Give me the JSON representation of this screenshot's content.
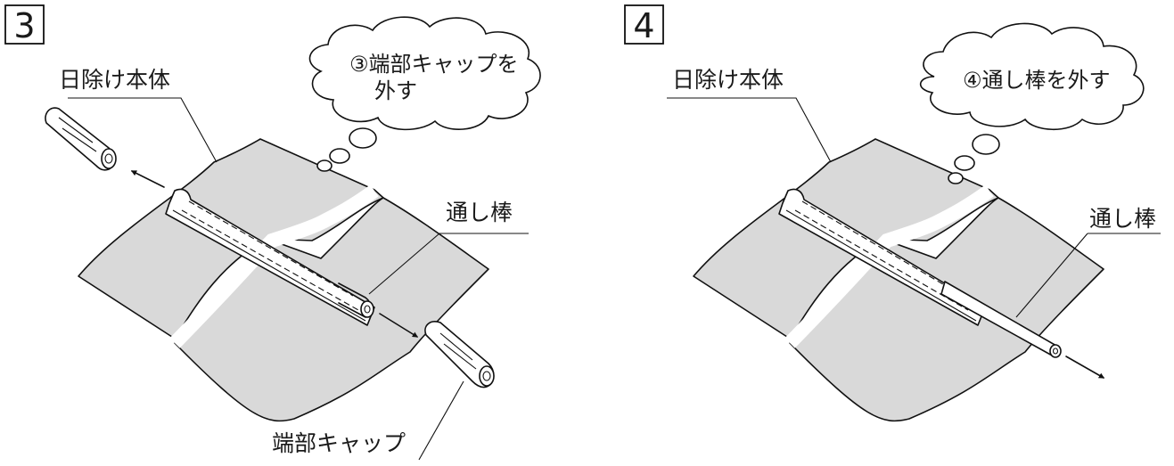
{
  "panels": [
    {
      "step": "3",
      "body_label": "日除け本体",
      "bubble_line1": "③端部キャップを",
      "bubble_line2": "外す",
      "rod_label": "通し棒",
      "cap_label": "端部キャップ"
    },
    {
      "step": "4",
      "body_label": "日除け本体",
      "bubble_line1": "④通し棒を外す",
      "rod_label": "通し棒"
    }
  ]
}
